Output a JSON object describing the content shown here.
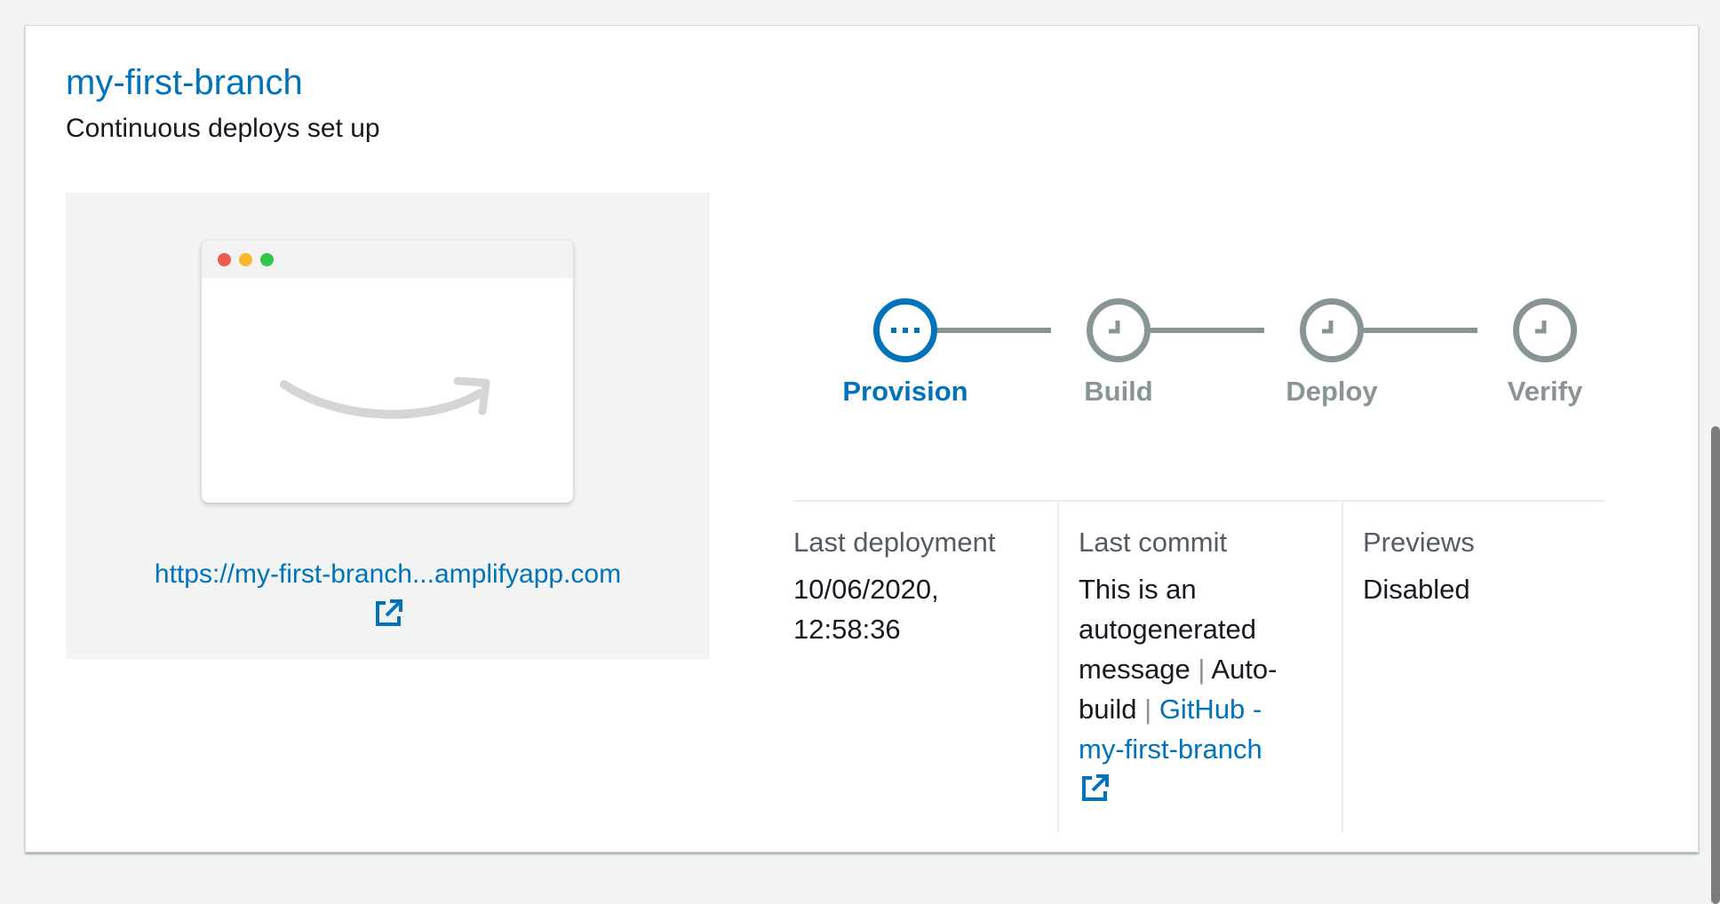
{
  "branch": {
    "title": "my-first-branch",
    "subtitle": "Continuous deploys set up",
    "url": "https://my-first-branch...amplifyapp.com"
  },
  "steps": [
    {
      "label": "Provision",
      "state": "active",
      "icon": "more-dots-icon"
    },
    {
      "label": "Build",
      "state": "pending",
      "icon": "clock-icon"
    },
    {
      "label": "Deploy",
      "state": "pending",
      "icon": "clock-icon"
    },
    {
      "label": "Verify",
      "state": "pending",
      "icon": "clock-icon"
    }
  ],
  "info": {
    "last_deployment": {
      "label": "Last deployment",
      "date": "10/06/2020,",
      "time": "12:58:36"
    },
    "last_commit": {
      "label": "Last commit",
      "message_1": "This is an",
      "message_2": "autogenerated",
      "message_3": "message",
      "separator": "|",
      "auto_1": "Auto-",
      "auto_2": "build",
      "link_1": "GitHub -",
      "link_2": "my-first-branch"
    },
    "previews": {
      "label": "Previews",
      "value": "Disabled"
    }
  },
  "colors": {
    "accent": "#0073bb",
    "pending": "#879596",
    "text": "#16191f",
    "muted": "#545b64"
  }
}
